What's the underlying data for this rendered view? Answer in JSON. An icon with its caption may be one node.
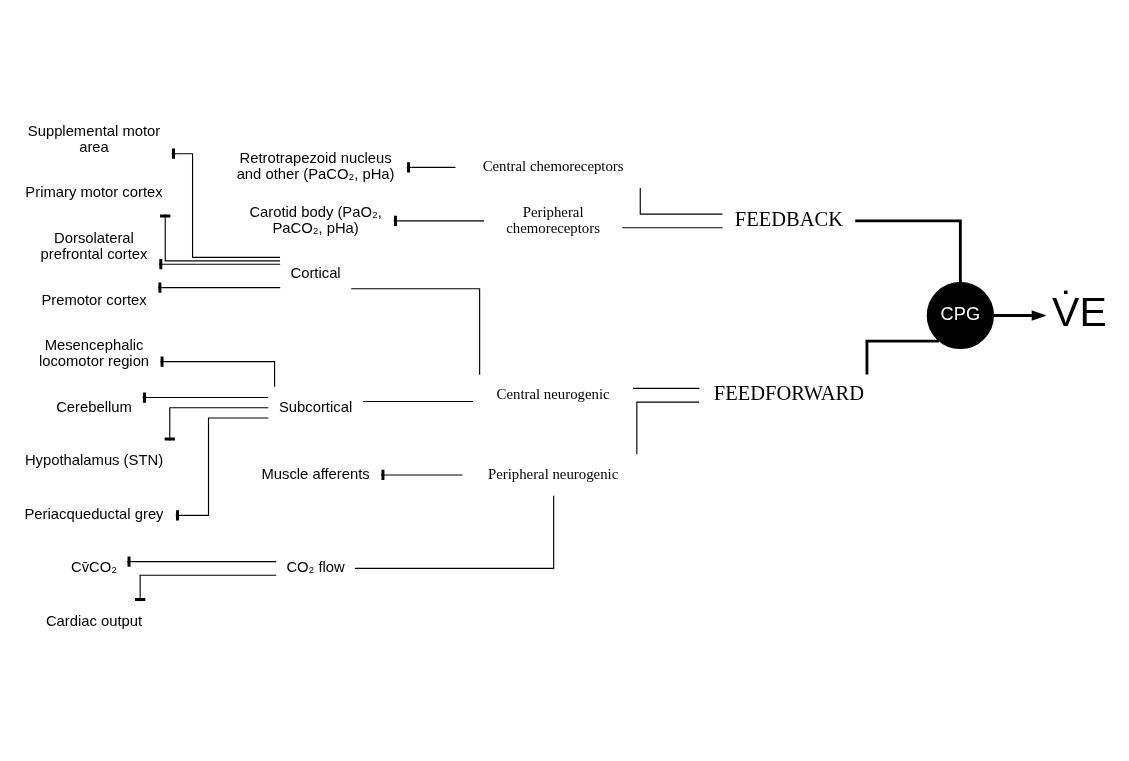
{
  "diagram": {
    "nodes": [
      {
        "text": [
          "Dorsolateral prefrontal cortex"
        ]
      },
      {
        "text": [
          "Premotor cortex"
        ]
      },
      {
        "text": [
          "Supplemental motor area"
        ]
      },
      {
        "text": [
          "Primary motor cortex"
        ]
      },
      {
        "text": [
          "Cortical"
        ]
      },
      {
        "text": [
          "Hypothalamus (STN)"
        ]
      },
      {
        "text": [
          "Periacqueductal grey"
        ]
      },
      {
        "text": [
          "Mesencephalic locomotor region"
        ]
      },
      {
        "text": [
          "Cerebellum"
        ]
      },
      {
        "text": [
          "Subcortical"
        ]
      },
      {
        "text": [
          "Central neurogenic"
        ]
      },
      {
        "text": [
          "Cv̄CO₂"
        ]
      },
      {
        "text": [
          "Cardiac output"
        ]
      },
      {
        "text": [
          "CO₂ flow"
        ]
      },
      {
        "text": [
          "Muscle afferents"
        ]
      },
      {
        "text": [
          "Peripheral neurogenic"
        ]
      },
      {
        "text": [
          "FEEDFORWARD"
        ]
      },
      {
        "text": [
          "Retrotrapezoid nucleus and other (PaCO₂, pHa)"
        ]
      },
      {
        "text": [
          "Central chemoreceptors"
        ]
      },
      {
        "text": [
          "Carotid body (PaO₂, PaCO₂, pHa)"
        ]
      },
      {
        "text": [
          "Peripheral chemoreceptors"
        ]
      },
      {
        "text": [
          "FEEDBACK"
        ]
      },
      {
        "text": [
          "CPG"
        ]
      },
      {
        "text": [
          "V̇E"
        ]
      }
    ],
    "edges": [
      {
        "from": 0,
        "to": 4,
        "arrow": "other"
      },
      {
        "from": 1,
        "to": 4,
        "arrow": "other"
      },
      {
        "from": 2,
        "to": 4,
        "arrow": "other"
      },
      {
        "from": 3,
        "to": 4,
        "arrow": "other"
      },
      {
        "from": 4,
        "to": 10,
        "arrow": "none"
      },
      {
        "from": 5,
        "to": 9,
        "arrow": "other"
      },
      {
        "from": 6,
        "to": 9,
        "arrow": "other"
      },
      {
        "from": 7,
        "to": 9,
        "arrow": "other"
      },
      {
        "from": 8,
        "to": 9,
        "arrow": "other"
      },
      {
        "from": 9,
        "to": 10,
        "arrow": "none"
      },
      {
        "from": 10,
        "to": 16,
        "arrow": "none"
      },
      {
        "from": 11,
        "to": 13,
        "arrow": "other"
      },
      {
        "from": 12,
        "to": 13,
        "arrow": "other"
      },
      {
        "from": 13,
        "to": 15,
        "arrow": "none"
      },
      {
        "from": 14,
        "to": 15,
        "arrow": "other"
      },
      {
        "from": 15,
        "to": 16,
        "arrow": "none"
      },
      {
        "from": 16,
        "to": 22,
        "arrow": "none",
        "style": "thick"
      },
      {
        "from": 17,
        "to": 18,
        "arrow": "other"
      },
      {
        "from": 19,
        "to": 20,
        "arrow": "other"
      },
      {
        "from": 18,
        "to": 21,
        "arrow": "none"
      },
      {
        "from": 20,
        "to": 21,
        "arrow": "none"
      },
      {
        "from": 21,
        "to": 22,
        "arrow": "none",
        "style": "thick"
      },
      {
        "from": 22,
        "to": 23,
        "arrow": "to",
        "style": "thick"
      }
    ]
  }
}
